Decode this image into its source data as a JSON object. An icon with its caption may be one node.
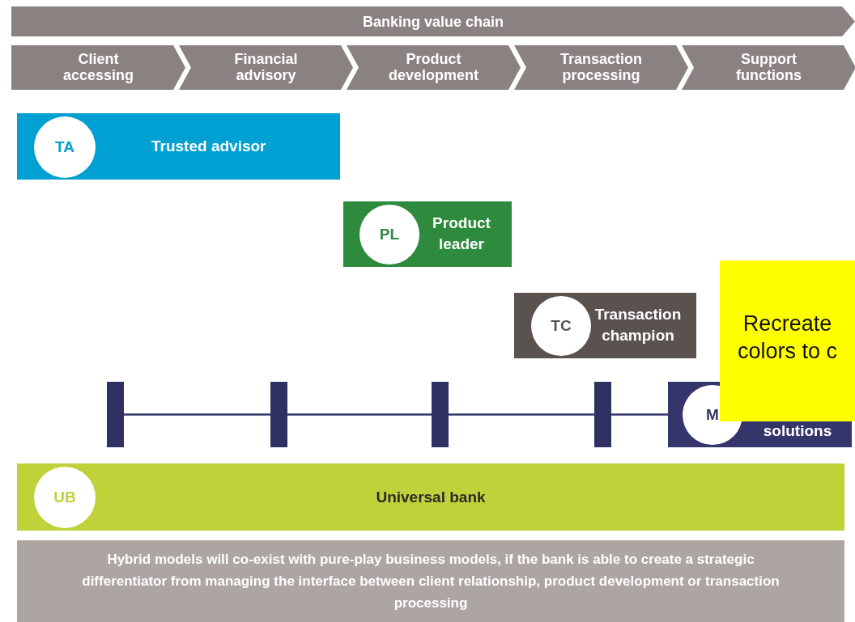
{
  "diagram": {
    "nodes": [
      {
        "text": [
          "Banking value chain"
        ]
      },
      {
        "text": [
          "Client accessing"
        ]
      },
      {
        "text": [
          "Financial advisory"
        ]
      },
      {
        "text": [
          "Product development"
        ]
      },
      {
        "text": [
          "Transaction processing"
        ]
      },
      {
        "text": [
          "Support functions"
        ]
      },
      {
        "text": [
          "Trusted advisor"
        ]
      },
      {
        "text": [
          "TA"
        ],
        "in": 6
      },
      {
        "text": [
          "Product leader"
        ]
      },
      {
        "text": [
          "PL"
        ],
        "in": 8
      },
      {
        "text": [
          "Transaction champion"
        ]
      },
      {
        "text": [
          "TC"
        ],
        "in": 10
      },
      {
        "text": [
          "Recreate colors to c"
        ]
      },
      {
        "text": [],
        "shape": "bar"
      },
      {
        "text": [],
        "shape": "bar"
      },
      {
        "text": [],
        "shape": "bar"
      },
      {
        "text": [],
        "shape": "bar"
      },
      {
        "text": [
          "solutions"
        ]
      },
      {
        "text": [
          "M"
        ],
        "in": 17
      },
      {
        "text": [
          "Universal bank"
        ]
      },
      {
        "text": [
          "UB"
        ],
        "in": 19
      },
      {
        "text": [
          "Hybrid models will co-exist with pure-play business models, if the bank is able to create a strategic differentiator from managing the interface between client relationship, product development or transaction processing"
        ]
      }
    ],
    "edges": [
      {
        "from": 13,
        "to": 14,
        "arrow": "none"
      },
      {
        "from": 14,
        "to": 15,
        "arrow": "none"
      },
      {
        "from": 15,
        "to": 16,
        "arrow": "none"
      },
      {
        "from": 16,
        "to": 17,
        "arrow": "none"
      }
    ]
  }
}
